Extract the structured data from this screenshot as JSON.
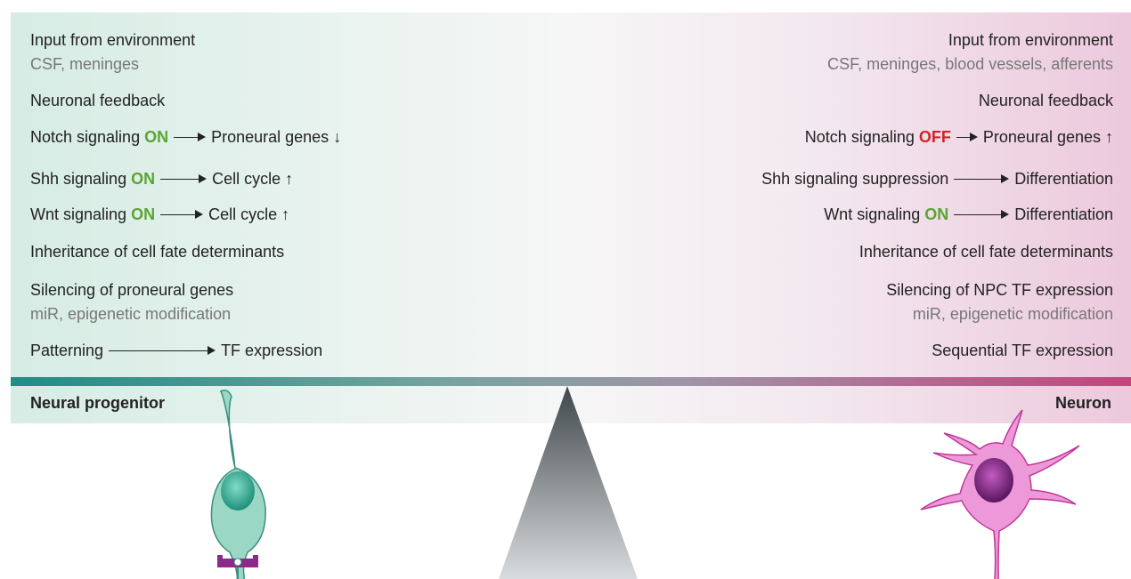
{
  "progenitor": {
    "title": "Neural progenitor",
    "env_title": "Input from environment",
    "env_sub": "CSF, meninges",
    "feedback": "Neuronal feedback",
    "notch_label": "Notch signaling",
    "notch_state": "ON",
    "notch_target": "Proneural genes",
    "notch_dir": "↓",
    "shh_label": "Shh signaling",
    "shh_state": "ON",
    "shh_target": "Cell cycle",
    "shh_dir": "↑",
    "wnt_label": "Wnt signaling",
    "wnt_state": "ON",
    "wnt_target": "Cell cycle",
    "wnt_dir": "↑",
    "inheritance": "Inheritance of cell fate determinants",
    "silencing_title": "Silencing of proneural genes",
    "silencing_sub": "miR, epigenetic modification",
    "pattern_label": "Patterning",
    "pattern_target": "TF expression"
  },
  "neuron": {
    "title": "Neuron",
    "env_title": "Input from environment",
    "env_sub": "CSF, meninges, blood vessels, afferents",
    "feedback": "Neuronal feedback",
    "notch_label": "Notch signaling",
    "notch_state": "OFF",
    "notch_target": "Proneural genes",
    "notch_dir": "↑",
    "shh_label": "Shh signaling suppression",
    "shh_target": "Differentiation",
    "wnt_label": "Wnt signaling",
    "wnt_state": "ON",
    "wnt_target": "Differentiation",
    "inheritance": "Inheritance of cell fate determinants",
    "silencing_title": "Silencing of NPC TF expression",
    "silencing_sub": "miR, epigenetic modification",
    "sequential": "Sequential TF expression"
  },
  "colors": {
    "on": "#5aa532",
    "off": "#d0232a",
    "progenitor_cell": "#5cc3a4",
    "neuron_cell": "#e06bc4",
    "nucleus_neuron": "#7a1f7a",
    "fulcrum": "#5f6a6e"
  }
}
